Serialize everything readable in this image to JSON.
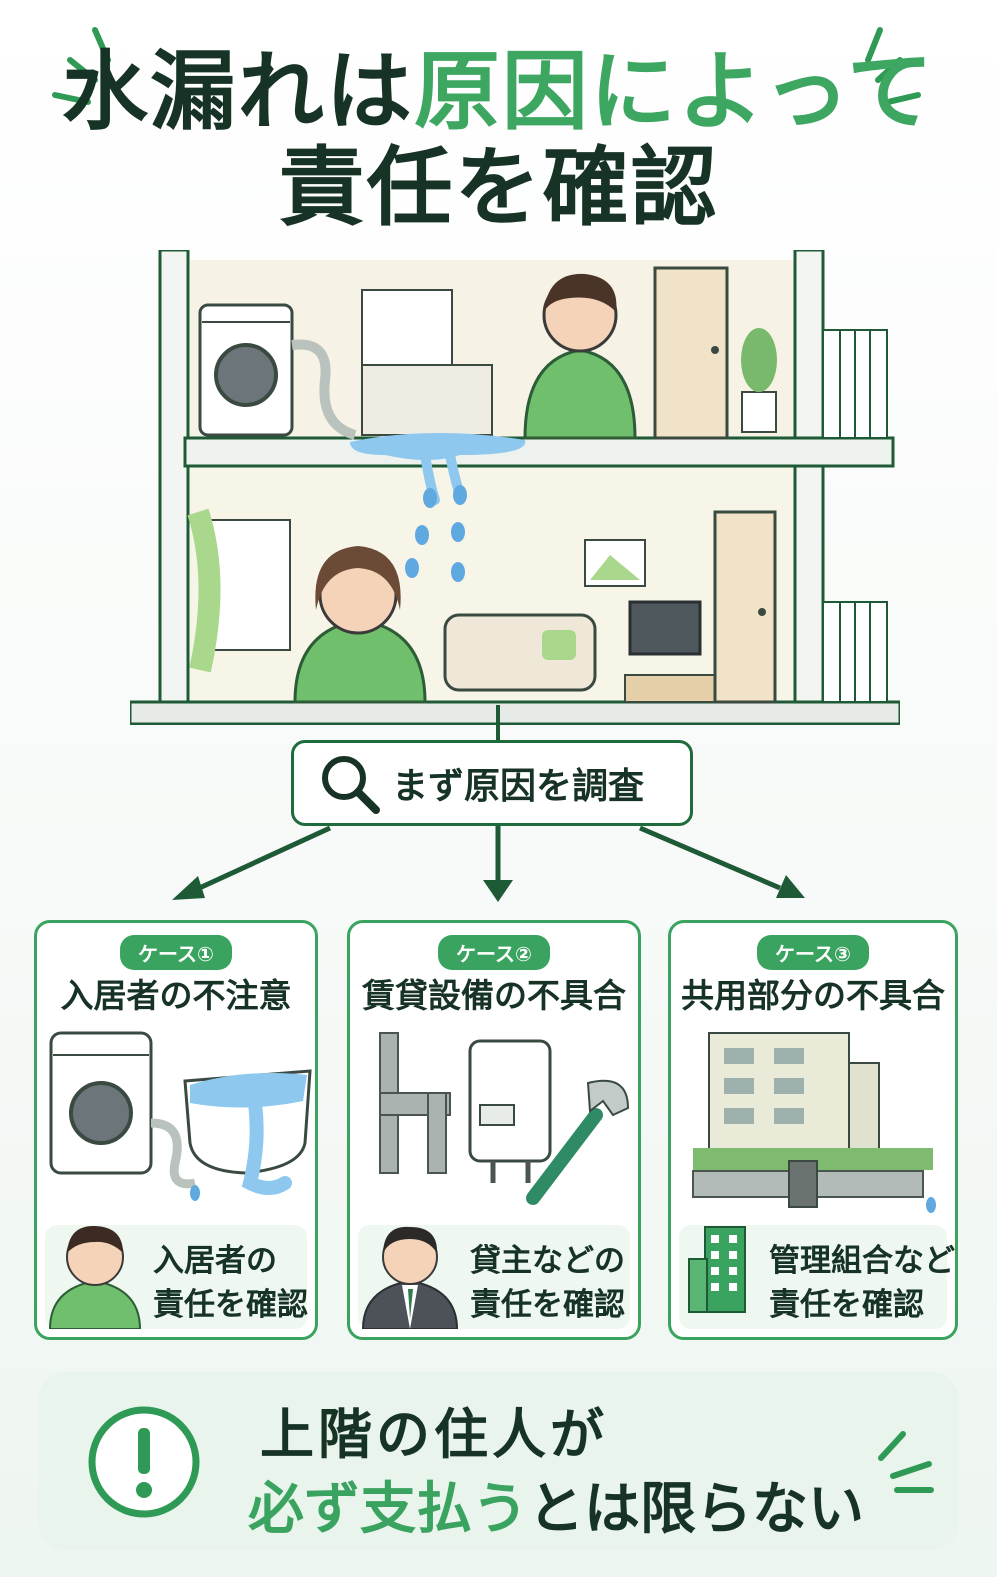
{
  "title": {
    "line1_a": "水漏れは",
    "line1_b": "原因によって",
    "line2": "責任を確認"
  },
  "search": {
    "label": "まず原因を調査"
  },
  "cases": [
    {
      "badge": "ケース①",
      "title": "入居者の不注意",
      "foot1": "入居者の",
      "foot2": "責任を確認"
    },
    {
      "badge": "ケース②",
      "title": "賃貸設備の不具合",
      "foot1": "貸主などの",
      "foot2": "責任を確認"
    },
    {
      "badge": "ケース③",
      "title": "共用部分の不具合",
      "foot1": "管理組合などの",
      "foot2": "責任を確認"
    }
  ],
  "note": {
    "line1": "上階の住人が",
    "line2_a": "必ず支払う",
    "line2_b": "とは限らない"
  },
  "colors": {
    "accent": "#3aa35f",
    "dark": "#173326",
    "water": "#8ec8ef"
  },
  "icons": [
    "search-icon",
    "exclamation-icon"
  ]
}
